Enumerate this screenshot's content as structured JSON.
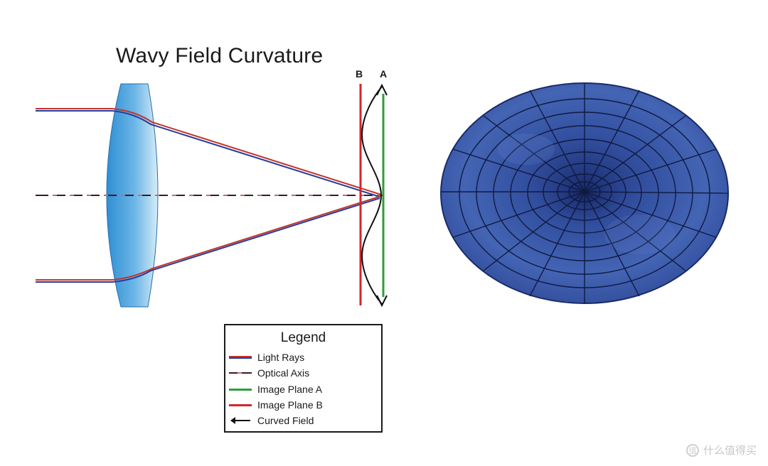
{
  "diagram": {
    "title": "Wavy Field Curvature",
    "plane_b_label": "B",
    "plane_a_label": "A"
  },
  "legend": {
    "title": "Legend",
    "items": [
      {
        "label": "Light Rays",
        "swatch": "light-rays"
      },
      {
        "label": "Optical Axis",
        "swatch": "optical-axis"
      },
      {
        "label": "Image Plane A",
        "swatch": "image-plane-a"
      },
      {
        "label": "Image Plane B",
        "swatch": "image-plane-b"
      },
      {
        "label": "Curved Field",
        "swatch": "curved-field-arrow"
      }
    ]
  },
  "colors": {
    "lens": "#4a9fdc",
    "ray_red": "#c0352b",
    "ray_blue": "#2a3a9a",
    "plane_a": "#2e9d3a",
    "plane_b": "#d0262b",
    "surface": "#3c5aa8"
  },
  "watermark": {
    "text": "什么值得买",
    "icon": "值"
  }
}
